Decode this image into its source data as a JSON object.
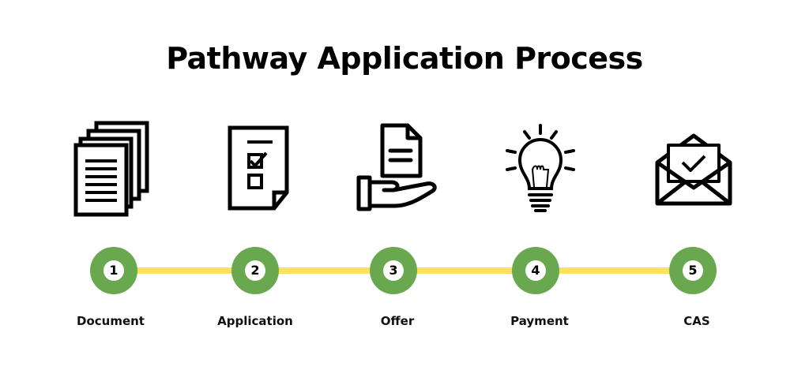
{
  "title": "Pathway Application Process",
  "colors": {
    "track": "#FCE05E",
    "step": "#6AA84F"
  },
  "steps": [
    {
      "number": "1",
      "label": "Document",
      "icon": "documents-stack-icon"
    },
    {
      "number": "2",
      "label": "Application",
      "icon": "checklist-form-icon"
    },
    {
      "number": "3",
      "label": "Offer",
      "icon": "hand-offering-document-icon"
    },
    {
      "number": "4",
      "label": "Payment",
      "icon": "light-bulb-icon"
    },
    {
      "number": "5",
      "label": "CAS",
      "icon": "envelope-check-icon"
    }
  ]
}
